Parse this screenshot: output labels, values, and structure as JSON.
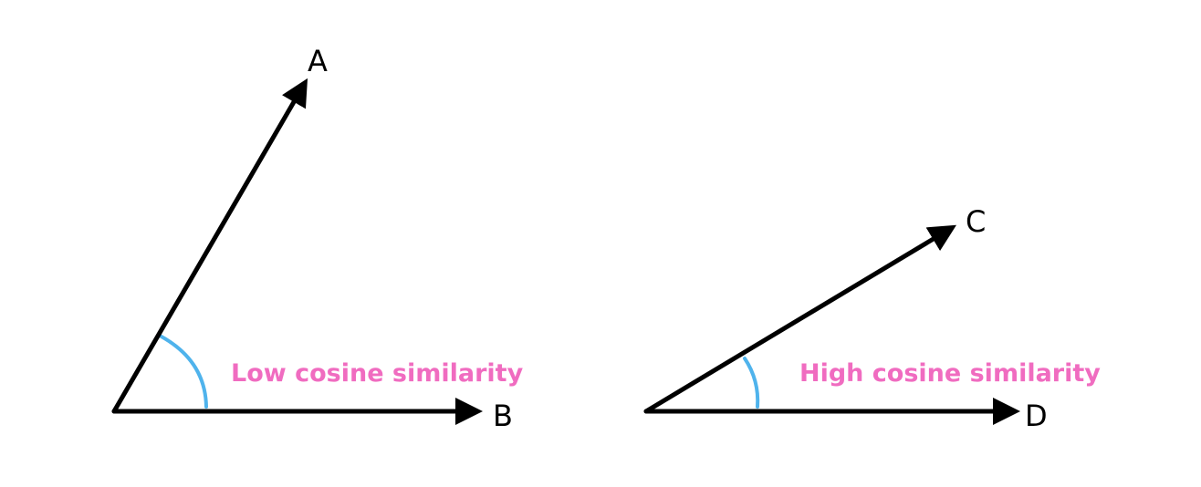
{
  "colors": {
    "vector": "#000000",
    "angle_arc": "#4fb3ec",
    "caption": "#f06cc0"
  },
  "left_diagram": {
    "vector_1_label": "A",
    "vector_2_label": "B",
    "caption": "Low cosine similarity"
  },
  "right_diagram": {
    "vector_1_label": "C",
    "vector_2_label": "D",
    "caption": "High cosine similarity"
  }
}
